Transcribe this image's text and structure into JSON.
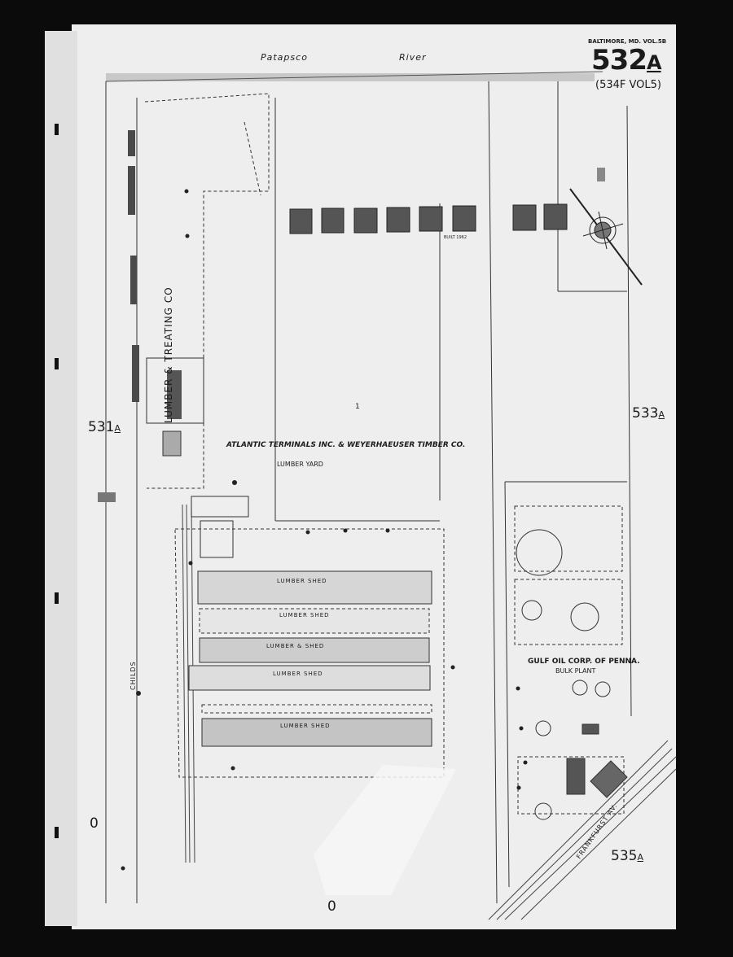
{
  "sheet": {
    "number": "532",
    "suffix": "A",
    "reference": "(534F VOL5)",
    "city_line": "BALTIMORE, MD. VOL.5B"
  },
  "river": {
    "word1": "Patapsco",
    "word2": "River"
  },
  "adjacent_sheets": {
    "west": {
      "number": "531",
      "suffix": "A"
    },
    "east": {
      "number": "533",
      "suffix": "A"
    },
    "southeast": {
      "number": "535",
      "suffix": "A"
    }
  },
  "zero_marks": {
    "left": "0",
    "bottom": "0"
  },
  "labels": {
    "lumber_treating": "LUMBER & TREATING CO",
    "atlantic_terminals": "ATLANTIC TERMINALS INC. & WEYERHAEUSER TIMBER CO.",
    "lumber_yard": "LUMBER YARD",
    "gulf_oil": "GULF OIL CORP. OF PENNA.",
    "bulk_plant": "BULK PLANT",
    "childs_street": "CHILDS",
    "frankfurst_avenue": "FRANKFURST AV.",
    "built_note": "BUILT 1962",
    "block_number": "1"
  },
  "sheds": [
    "LUMBER SHED",
    "LUMBER SHED",
    "LUMBER & SHED",
    "LUMBER SHED",
    "LUMBER SHED"
  ],
  "colors": {
    "background": "#0b0b0b",
    "paper": "#eeeeee",
    "ink": "#1b1b1b",
    "fill_dark": "#4a4a4a",
    "fill_shed": "#cfcfcf"
  }
}
